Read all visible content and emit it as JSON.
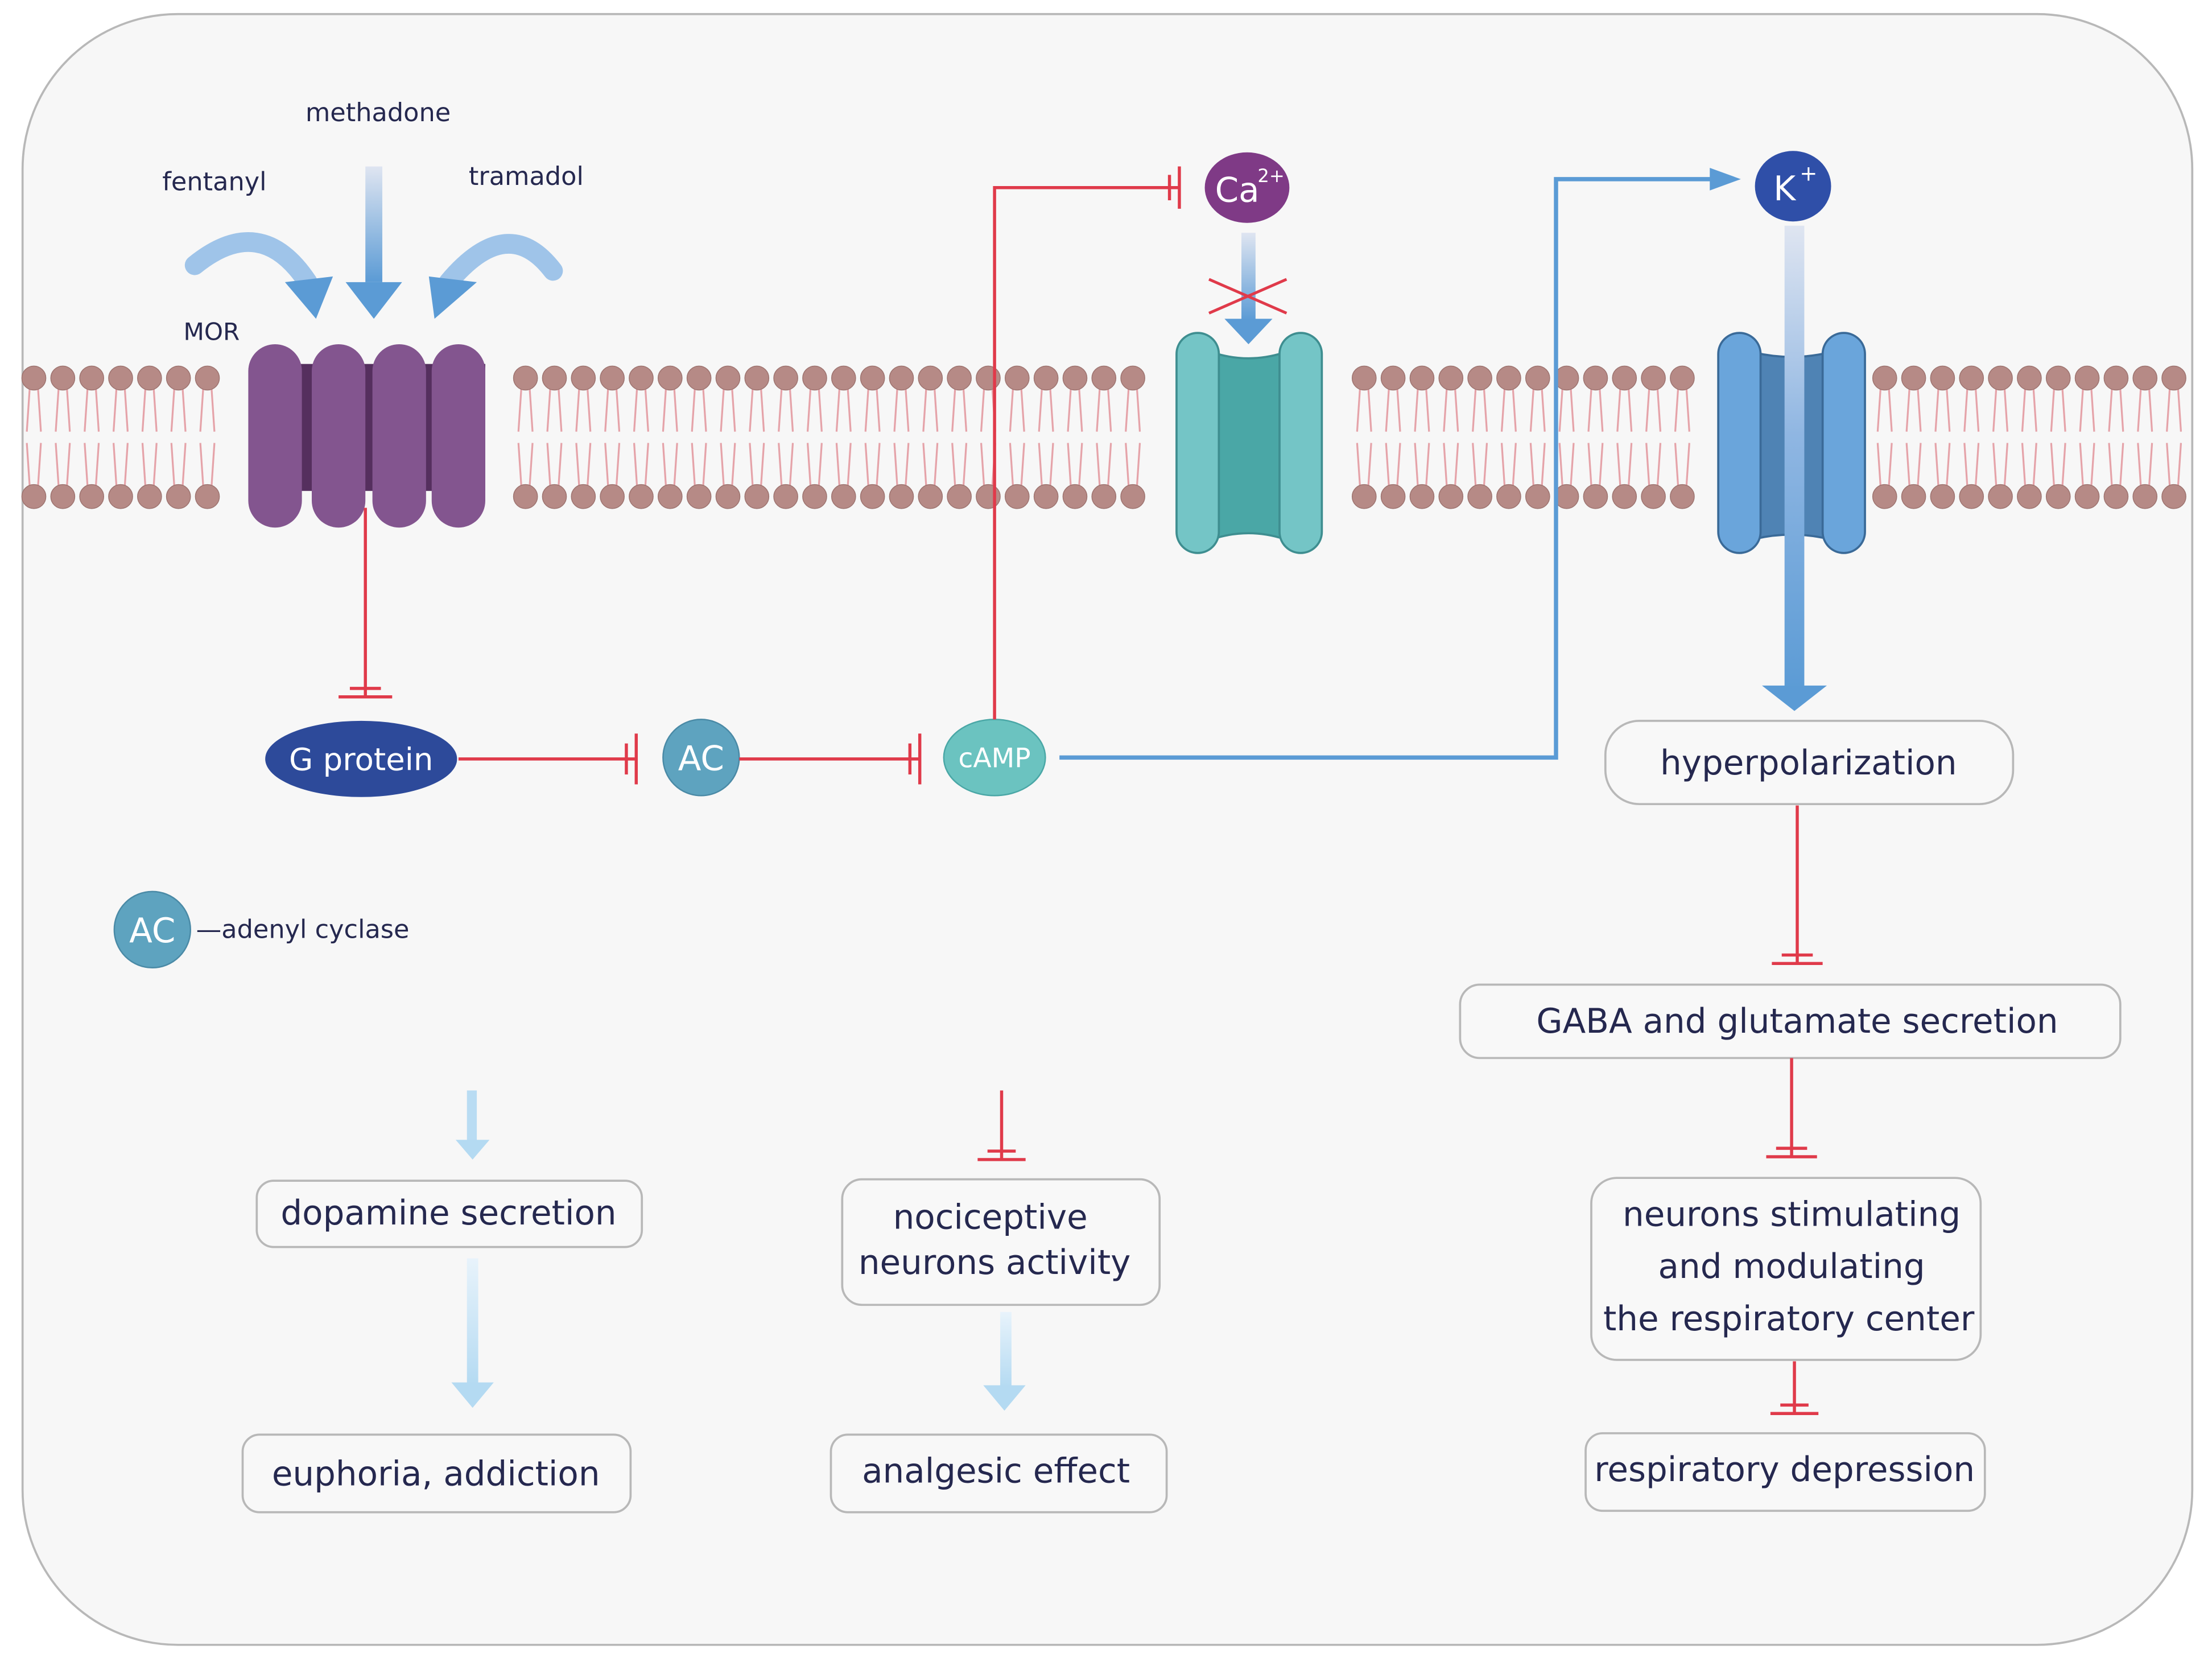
{
  "drugs": {
    "fentanyl": "fentanyl",
    "methadone": "methadone",
    "tramadol": "tramadol"
  },
  "receptor": {
    "label": "MOR"
  },
  "ions": {
    "calcium": {
      "symbol": "Ca",
      "charge": "2+"
    },
    "potassium": {
      "symbol": "K",
      "charge": "+"
    }
  },
  "pathway": {
    "g_protein": "G protein",
    "ac": "AC",
    "camp": "cAMP"
  },
  "legend": {
    "symbol": "AC",
    "description": "—adenyl cyclase"
  },
  "boxes": {
    "hyperpolarization": "hyperpolarization",
    "gaba": "GABA and glutamate secretion",
    "dopamine": "dopamine secretion",
    "nociceptive": [
      "nociceptive",
      "neurons activity"
    ],
    "respiratory_neurons": [
      "neurons stimulating",
      "and modulating",
      "the respiratory center"
    ],
    "euphoria": "euphoria, addiction",
    "analgesic": "analgesic effect",
    "respiratory_depression": "respiratory depression"
  },
  "colors": {
    "background": "#f7f7f7",
    "frame_border": "#b8b8b8",
    "text": "#25284f",
    "inhibition": "#e03a4a",
    "activation": "#5b9bd5",
    "light_activation": "#b9dcf3",
    "mor": "#83558f",
    "mor_dark": "#552f5e",
    "g_protein": "#2d4a9a",
    "ac": "#5ea3bf",
    "camp": "#6bc3c0",
    "ca_ion": "#7f3a86",
    "k_ion": "#2f4fa8",
    "ca_channel": "#74c5c6",
    "ca_channel_core": "#4aa7a6",
    "k_channel": "#6aa5db",
    "k_channel_core": "#4f83b4",
    "lipid_head": "#b68a86",
    "lipid_tail": "#e5a3a9"
  }
}
